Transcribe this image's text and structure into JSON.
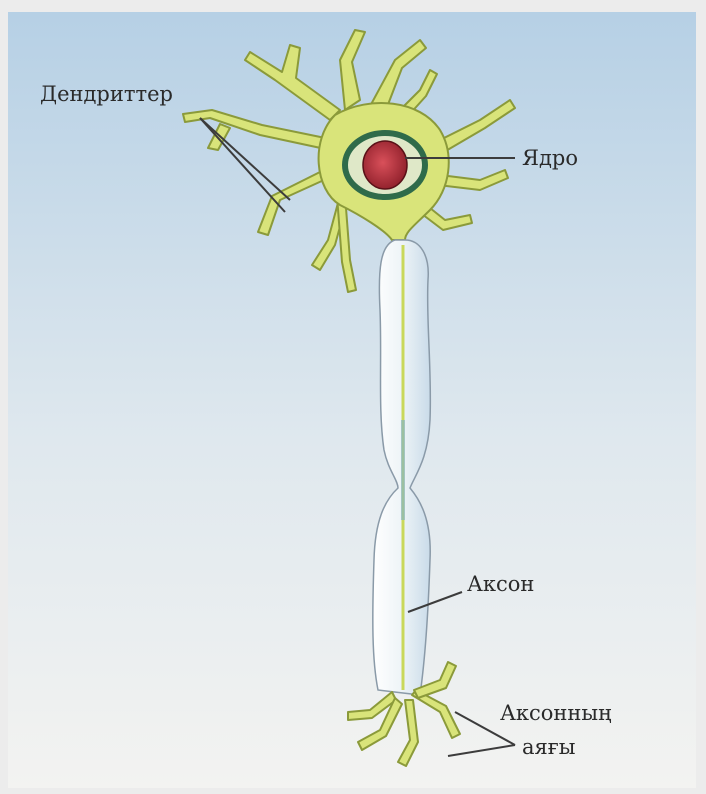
{
  "labels": {
    "dendrites": "Дендриттер",
    "nucleus": "Ядро",
    "axon": "Аксон",
    "axon_end_line1": "Аксонның",
    "axon_end_line2": "аяғы"
  },
  "colors": {
    "background_top": "#b9d2e6",
    "background_bottom": "#f4f4f2",
    "cell_body": "#d9e47a",
    "cell_outline": "#8b9a3a",
    "nucleus": "#b4323c",
    "nucleus_ring": "#2f6b4a",
    "axon": "#f3f7fa",
    "axon_center": "#c9d85a",
    "leader_line": "#3c3c3c"
  }
}
